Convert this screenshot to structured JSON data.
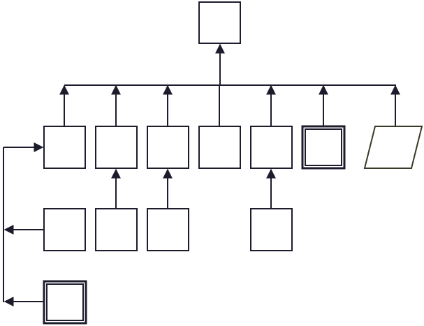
{
  "diagram": {
    "title": "",
    "colors": {
      "stroke": "#1c1c2c",
      "parallelogram_stroke": "#3a3a28",
      "fill": "#ffffff"
    },
    "nodes": [
      {
        "id": "root",
        "shape": "box"
      },
      {
        "id": "r1c1",
        "shape": "box"
      },
      {
        "id": "r1c2",
        "shape": "box"
      },
      {
        "id": "r1c3",
        "shape": "box"
      },
      {
        "id": "r1c4",
        "shape": "box"
      },
      {
        "id": "r1c5",
        "shape": "box"
      },
      {
        "id": "r1c6",
        "shape": "double-box"
      },
      {
        "id": "r1c7",
        "shape": "parallelogram"
      },
      {
        "id": "r2c1",
        "shape": "box"
      },
      {
        "id": "r2c2",
        "shape": "box"
      },
      {
        "id": "r2c3",
        "shape": "box"
      },
      {
        "id": "r2c5",
        "shape": "box"
      },
      {
        "id": "r3c1",
        "shape": "double-box"
      }
    ],
    "edges": [
      {
        "from": "r1c1",
        "to": "root"
      },
      {
        "from": "r1c2",
        "to": "root"
      },
      {
        "from": "r1c3",
        "to": "root"
      },
      {
        "from": "r1c4",
        "to": "root"
      },
      {
        "from": "r1c5",
        "to": "root"
      },
      {
        "from": "r1c6",
        "to": "root"
      },
      {
        "from": "r1c7",
        "to": "root"
      },
      {
        "from": "r2c2",
        "to": "r1c2"
      },
      {
        "from": "r2c3",
        "to": "r1c3"
      },
      {
        "from": "r2c5",
        "to": "r1c5"
      },
      {
        "from": "r2c1",
        "to": "r1c1"
      },
      {
        "from": "r3c1",
        "to": "r1c1"
      }
    ]
  }
}
